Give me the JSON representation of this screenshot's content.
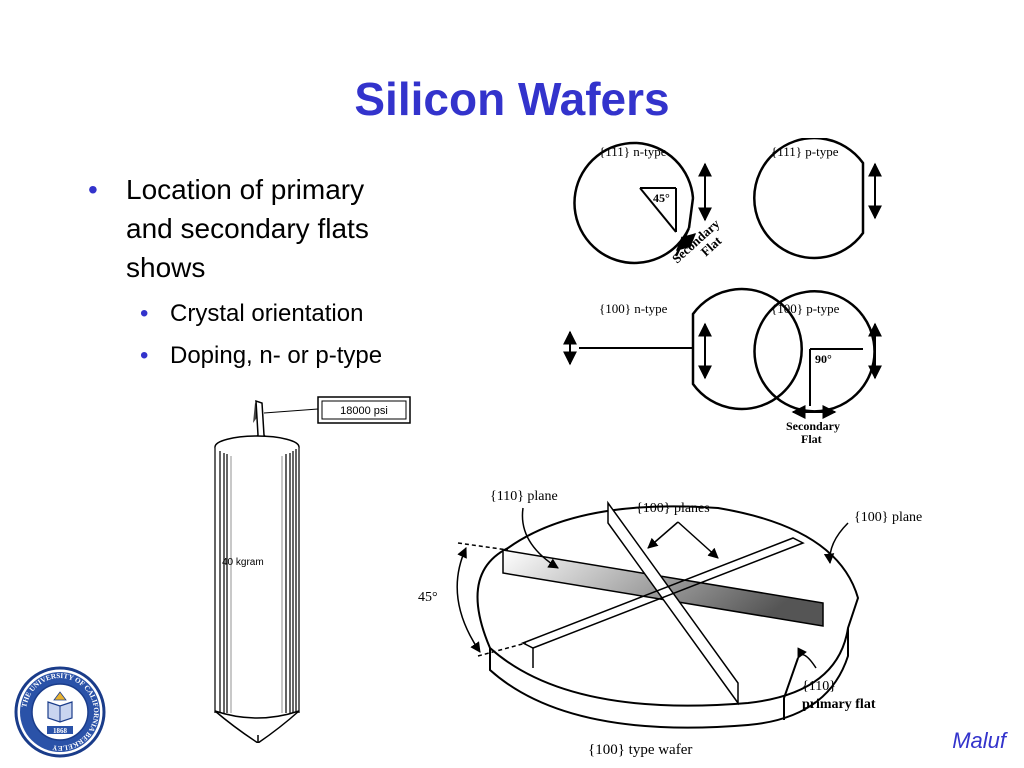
{
  "slide": {
    "title": "Silicon Wafers",
    "bullets": [
      {
        "text_lines": [
          "Location of primary",
          "and secondary flats",
          "shows"
        ],
        "sub": [
          "Crystal orientation",
          "Doping, n- or p-type"
        ]
      }
    ],
    "accent_color": "#3333cc",
    "footer_author": "Maluf"
  },
  "flats_diagram": {
    "labels": [
      "{111} n-type",
      "{111} p-type",
      "{100} n-type",
      "{100} p-type"
    ],
    "angle_45": "45°",
    "angle_90": "90°",
    "secondary_flat_top": [
      "Secondary",
      "Flat"
    ],
    "secondary_flat_bottom": [
      "Secondary",
      "Flat"
    ]
  },
  "ingot": {
    "pressure_label": "18000 psi",
    "mass_label": "40 kgram"
  },
  "wafer_3d": {
    "plane_110": "{110} plane",
    "planes_100": "{100} planes",
    "plane_100": "{100} plane",
    "angle": "45°",
    "primary_flat": [
      "{110}",
      "primary flat"
    ],
    "caption": "{100} type wafer"
  },
  "logo": {
    "text": "THE UNIVERSITY OF CALIFORNIA BERKELEY",
    "year": "1868",
    "icon": "university-seal-icon"
  }
}
